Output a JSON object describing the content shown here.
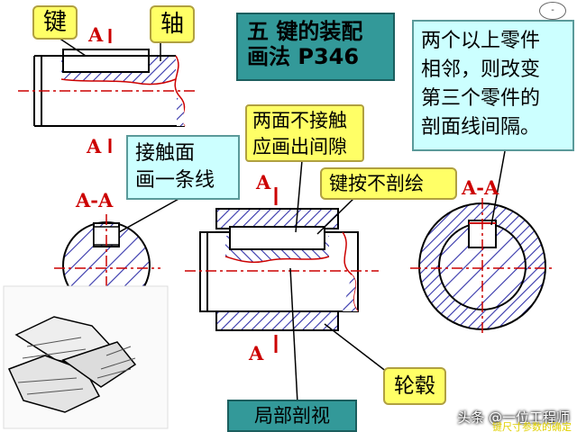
{
  "title": {
    "line1": "五 键的装配",
    "line2": "画法 P346"
  },
  "labels": {
    "key": "键",
    "shaft": "轴",
    "note_three_parts": [
      "两个以上零件",
      "相邻，则改变",
      "第三个零件的",
      "剖面线间隔。"
    ],
    "contact_surface": [
      "接触面",
      "画一条线"
    ],
    "non_contact": [
      "两面不接触",
      "应画出间隙"
    ],
    "key_not_sectioned": "键按不剖绘",
    "hub": "轮毂",
    "partial_section": "局部剖视",
    "section_left": "A-A",
    "section_right": "A-A",
    "cut_a_top": "A",
    "cut_a_bottom": "A",
    "cut_a_mid_top": "A",
    "cut_a_mid_bottom": "A"
  },
  "page_badge": "-",
  "watermark": "头条 @一位工程师",
  "watermark_sub": "键尺寸参数的确定",
  "colors": {
    "hatch": "#3333aa",
    "red": "#cc0000",
    "title_bg": "#339999",
    "note_bg": "#ccffff",
    "callout_bg": "#ffff66"
  }
}
